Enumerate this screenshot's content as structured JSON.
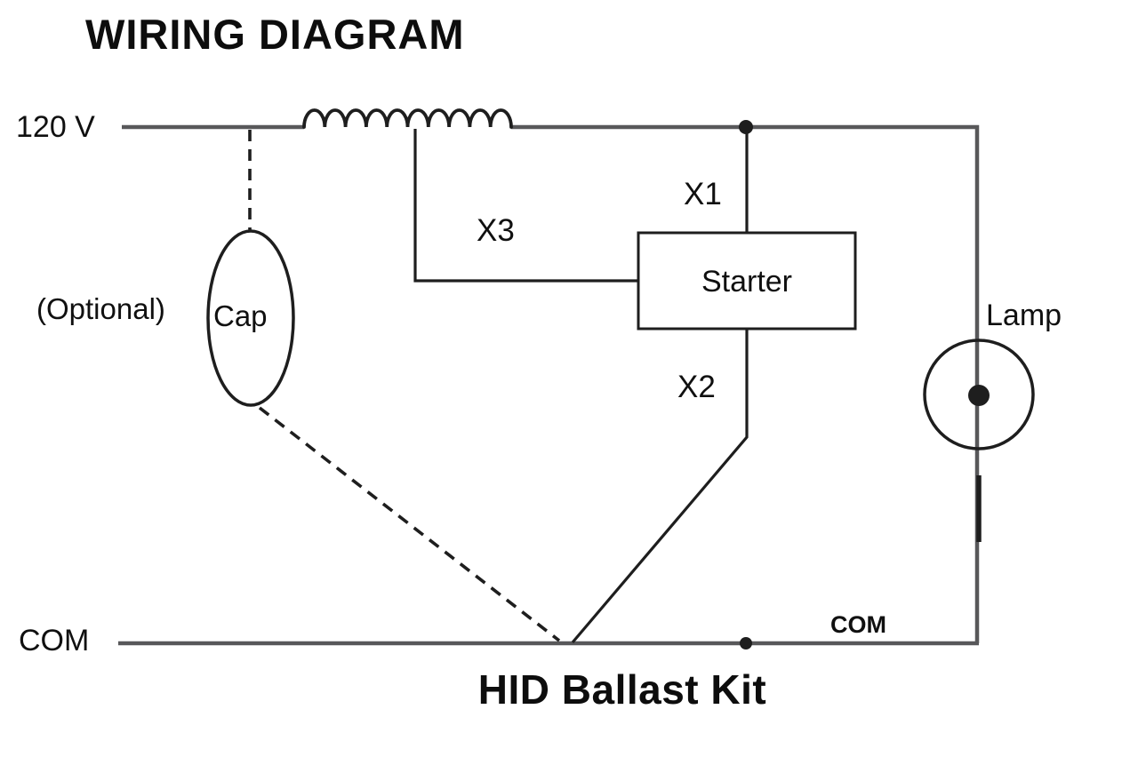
{
  "header": {
    "title": "WIRING DIAGRAM"
  },
  "footer": {
    "title": "HID Ballast Kit"
  },
  "terminals": {
    "input_voltage": "120 V",
    "com_left": "COM",
    "com_right": "COM"
  },
  "components": {
    "capacitor": {
      "label": "Cap",
      "note": "(Optional)"
    },
    "starter": {
      "label": "Starter",
      "terminal_top": "X1",
      "terminal_bottom": "X2",
      "terminal_left": "X3"
    },
    "lamp": {
      "label": "Lamp"
    }
  },
  "colors": {
    "wire_gray": "#58585a",
    "line_black": "#1e1e1e",
    "text": "#101010",
    "background": "#ffffff"
  }
}
